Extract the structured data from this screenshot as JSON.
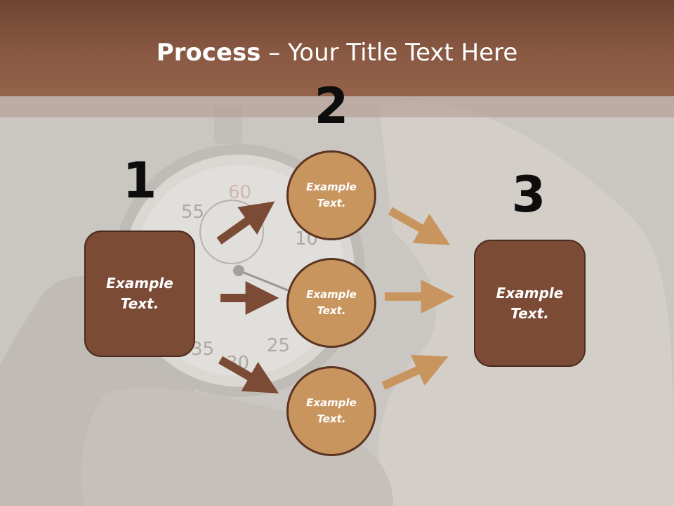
{
  "slide": {
    "title_bold": "Process",
    "title_rest": " – Your Title Text Here"
  },
  "steps": {
    "step1_number": "1",
    "step2_number": "2",
    "step3_number": "3"
  },
  "boxes": {
    "left": {
      "line1": "Example",
      "line2": "Text."
    },
    "right": {
      "line1": "Example",
      "line2": "Text."
    }
  },
  "circles": [
    {
      "line1": "Example",
      "line2": "Text."
    },
    {
      "line1": "Example",
      "line2": "Text."
    },
    {
      "line1": "Example",
      "line2": "Text."
    }
  ],
  "colors": {
    "header": "#8b5a44",
    "box_fill": "#7b4b36",
    "circle_fill": "#c9955f",
    "arrow_dark": "#7b4b36",
    "arrow_light": "#c9955f"
  },
  "background_image": "stopwatch-in-hand-photo"
}
